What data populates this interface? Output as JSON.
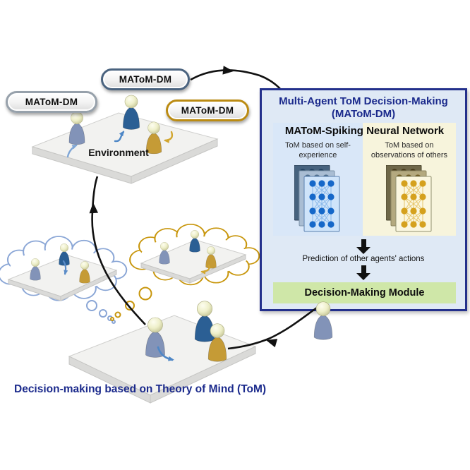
{
  "figure": {
    "badges": [
      {
        "label": "MAToM-DM",
        "theme": "silver"
      },
      {
        "label": "MAToM-DM",
        "theme": "blue"
      },
      {
        "label": "MAToM-DM",
        "theme": "gold"
      }
    ],
    "environment_label": "Environment",
    "panel": {
      "title": "Multi-Agent ToM Decision-Making",
      "title_sub": "(MAToM-DM)",
      "network_header": "MAToM-Spiking Neural Network",
      "self_caption": "ToM based on self-experience",
      "others_caption": "ToM based on observations of others",
      "prediction_label": "Prediction of other agents' actions",
      "decision_label": "Decision-Making Module"
    },
    "caption": "Decision-making based on Theory of Mind (ToM)"
  },
  "colors": {
    "accent_text": "#1b2a8c",
    "panel_border": "#23308c",
    "panel_bg": "#dfe9f5",
    "col_self_bg": "#d9e7f8",
    "col_others_bg": "#f7f4dc",
    "decision_bg": "#cfe7a8",
    "badge_ring_silver": "#97a1ab",
    "badge_ring_blue": "#4a637f",
    "badge_ring_gold": "#bb8b12",
    "cloud_blue": "#8aa6d6",
    "cloud_gold": "#c8960c",
    "agent_slate": "#8293b8",
    "agent_navy": "#2b5f94",
    "agent_gold": "#c59b36",
    "arrow_black": "#111111",
    "nn_blue": {
      "card": [
        "#46627e",
        "#a9bdd3",
        "#cfe4fa"
      ],
      "border": [
        "#2e4257",
        "#7d93a8",
        "#5a7fae"
      ],
      "dot": [
        "#20405f",
        "#51718f",
        "#1668c9"
      ],
      "wire": "#8ab8ea"
    },
    "nn_gold": {
      "card": [
        "#6e6748",
        "#b4a97f",
        "#fbf7e0"
      ],
      "border": [
        "#4c4730",
        "#8d8560",
        "#90906f"
      ],
      "dot": [
        "#433716",
        "#6f5c24",
        "#d5a11e"
      ],
      "wire": "#e6c56a"
    }
  }
}
